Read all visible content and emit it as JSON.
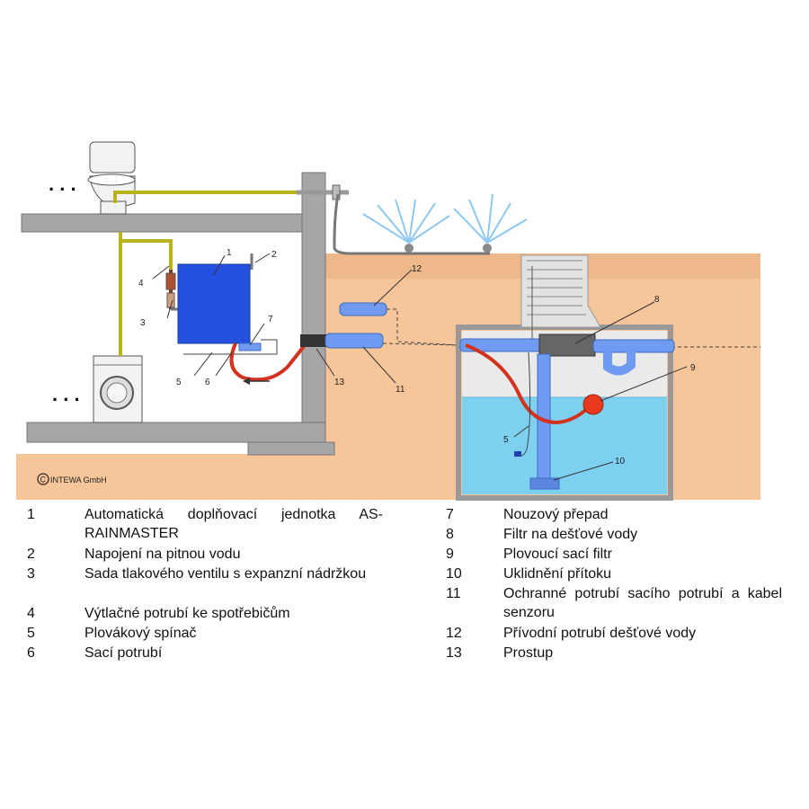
{
  "diagram": {
    "copyright": "INTEWA GmbH",
    "ellipsis": ". . .",
    "callouts": [
      "1",
      "2",
      "3",
      "4",
      "5",
      "6",
      "7",
      "8",
      "9",
      "10",
      "11",
      "12",
      "13"
    ]
  },
  "legend": {
    "items": [
      {
        "num": "1",
        "text": "Automatická doplňovací jednotka AS-RAINMASTER"
      },
      {
        "num": "2",
        "text": "Napojení na pitnou vodu"
      },
      {
        "num": "3",
        "text": "Sada tlakového ventilu s expanzní nádržkou"
      },
      {
        "num": "4",
        "text": "Výtlačné potrubí ke spotřebičům"
      },
      {
        "num": "5",
        "text": "Plovákový spínač"
      },
      {
        "num": "6",
        "text": "Sací potrubí"
      },
      {
        "num": "7",
        "text": "Nouzový přepad"
      },
      {
        "num": "8",
        "text": "Filtr na dešťové vody"
      },
      {
        "num": "9",
        "text": "Plovoucí sací filtr"
      },
      {
        "num": "10",
        "text": "Uklidnění přítoku"
      },
      {
        "num": "11",
        "text": "Ochranné potrubí sacího potrubí a kabel senzoru"
      },
      {
        "num": "12",
        "text": "Přívodní potrubí dešťové vody"
      },
      {
        "num": "13",
        "text": "Prostup"
      }
    ]
  },
  "colors": {
    "soil": "#f6c69a",
    "concrete": "#a9a9a9",
    "water": "#7ed0f0",
    "pipe_blue": "#6f9cf2",
    "unit_blue": "#2450e0",
    "hose": "#d2321e",
    "potable_pipe": "#b9b41e",
    "float_ball": "#e8381e"
  }
}
